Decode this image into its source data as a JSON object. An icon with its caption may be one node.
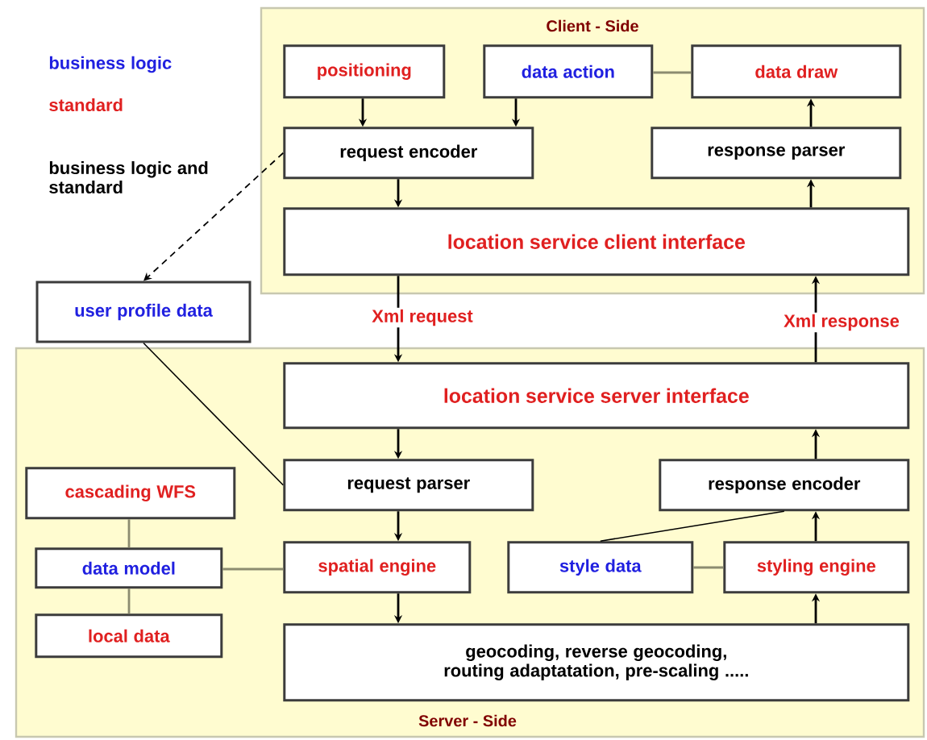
{
  "diagram": {
    "nodes": [
      {
        "text": [
          "Client - Side"
        ]
      },
      {
        "text": [
          "positioning"
        ],
        "in": 0
      },
      {
        "text": [
          "data action"
        ],
        "in": 0
      },
      {
        "text": [
          "data draw"
        ],
        "in": 0
      },
      {
        "text": [
          "request encoder"
        ],
        "in": 0
      },
      {
        "text": [
          "response parser"
        ],
        "in": 0
      },
      {
        "text": [
          "location service client interface"
        ],
        "in": 0
      },
      {
        "text": [
          "user profile data"
        ]
      },
      {
        "text": [
          "Server - Side"
        ]
      },
      {
        "text": [
          "location service server interface"
        ],
        "in": 8
      },
      {
        "text": [
          "request parser"
        ],
        "in": 8
      },
      {
        "text": [
          "response encoder"
        ],
        "in": 8
      },
      {
        "text": [
          "cascading WFS"
        ],
        "in": 8
      },
      {
        "text": [
          "data model"
        ],
        "in": 8
      },
      {
        "text": [
          "spatial engine"
        ],
        "in": 8
      },
      {
        "text": [
          "style data"
        ],
        "in": 8
      },
      {
        "text": [
          "styling engine"
        ],
        "in": 8
      },
      {
        "text": [
          "local data"
        ],
        "in": 8
      },
      {
        "text": [
          "geocoding, reverse geocoding, routing adaptatation, pre-scaling ....."
        ],
        "in": 8
      }
    ],
    "edges": [
      {
        "from": 1,
        "to": 4,
        "arrow": "to"
      },
      {
        "from": 2,
        "to": 4,
        "arrow": "to"
      },
      {
        "from": 2,
        "to": 3,
        "arrow": "none",
        "color": "#8c8c70"
      },
      {
        "from": 5,
        "to": 3,
        "arrow": "to"
      },
      {
        "from": 4,
        "to": 6,
        "arrow": "to"
      },
      {
        "from": 6,
        "to": 5,
        "arrow": "to"
      },
      {
        "from": 6,
        "to": 9,
        "arrow": "to",
        "label": "Xml request"
      },
      {
        "from": 9,
        "to": 6,
        "arrow": "to",
        "label": "Xml response"
      },
      {
        "from": 4,
        "to": 7,
        "arrow": "to",
        "style": "dashed"
      },
      {
        "from": 7,
        "to": 10,
        "arrow": "none"
      },
      {
        "from": 9,
        "to": 10,
        "arrow": "to"
      },
      {
        "from": 11,
        "to": 9,
        "arrow": "to"
      },
      {
        "from": 10,
        "to": 14,
        "arrow": "to"
      },
      {
        "from": 14,
        "to": 18,
        "arrow": "to"
      },
      {
        "from": 18,
        "to": 16,
        "arrow": "to"
      },
      {
        "from": 16,
        "to": 11,
        "arrow": "to"
      },
      {
        "from": 15,
        "to": 11,
        "arrow": "none"
      },
      {
        "from": 15,
        "to": 16,
        "arrow": "none",
        "color": "#8c8c70"
      },
      {
        "from": 13,
        "to": 14,
        "arrow": "none",
        "color": "#8c8c70"
      },
      {
        "from": 12,
        "to": 13,
        "arrow": "none",
        "color": "#8c8c70"
      },
      {
        "from": 13,
        "to": 17,
        "arrow": "none",
        "color": "#8c8c70"
      }
    ],
    "labels": [
      "business logic",
      "standard",
      "business logic and standard"
    ]
  }
}
